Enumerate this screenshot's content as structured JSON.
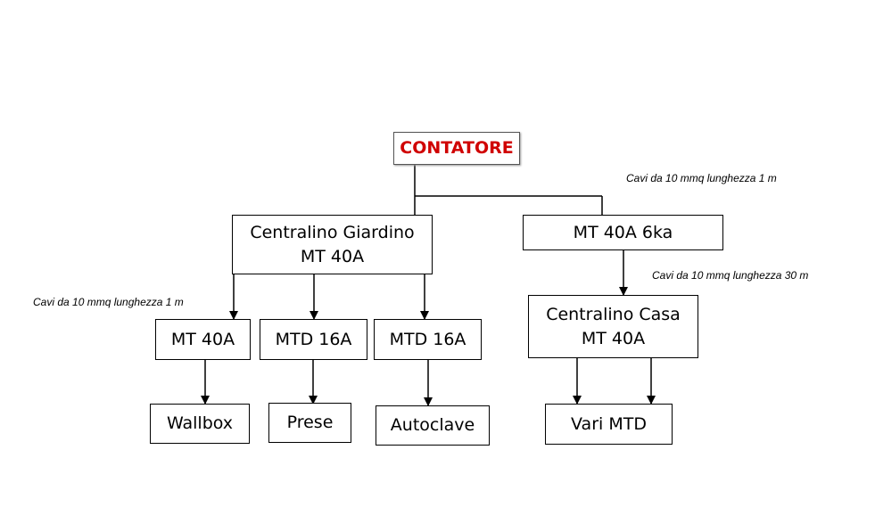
{
  "colors": {
    "root_text": "#d00000",
    "line": "#000000",
    "border": "#000000"
  },
  "nodes": {
    "contatore": "CONTATORE",
    "giardino": {
      "line1": "Centralino Giardino",
      "line2": "MT 40A"
    },
    "mt40a_6ka": "MT 40A 6ka",
    "mt40a": "MT 40A",
    "mtd16a_1": "MTD 16A",
    "mtd16a_2": "MTD 16A",
    "casa": {
      "line1": "Centralino Casa",
      "line2": "MT 40A"
    },
    "wallbox": "Wallbox",
    "prese": "Prese",
    "autoclave": "Autoclave",
    "vari_mtd": "Vari MTD"
  },
  "notes": {
    "top_right": "Cavi da 10 mmq lunghezza 1 m",
    "left": "Cavi da 10 mmq lunghezza 1 m",
    "right": "Cavi da 10 mmq lunghezza 30 m"
  }
}
